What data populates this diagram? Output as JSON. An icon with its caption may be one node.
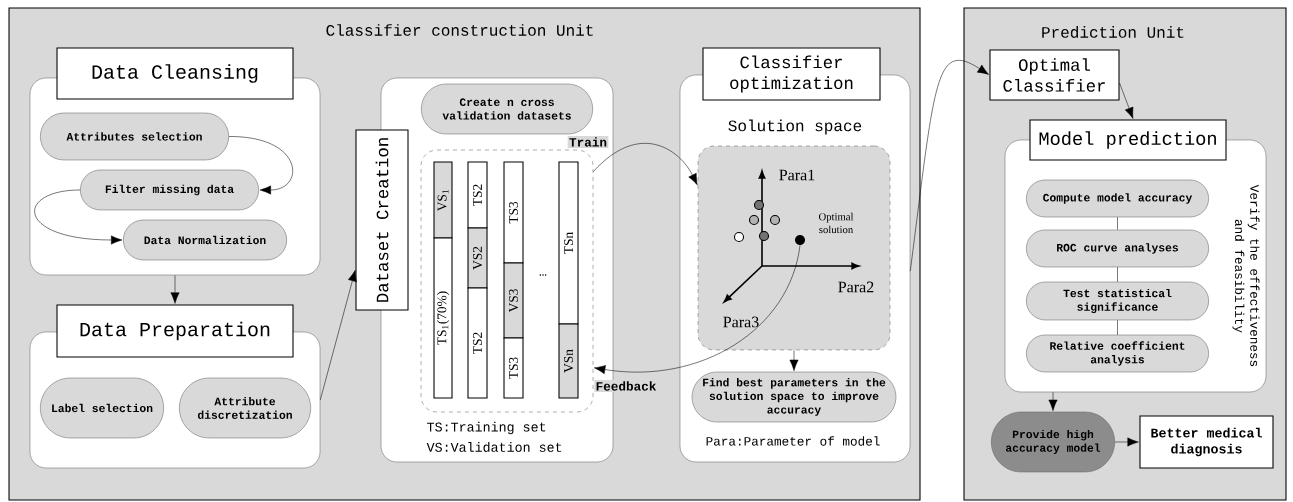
{
  "diagram": {
    "nodes": [
      {
        "text": [
          "Classifier construction Unit"
        ]
      },
      {
        "text": [
          "Data Cleansing"
        ],
        "in": 0
      },
      {
        "text": [
          "Attributes selection"
        ],
        "in": 1
      },
      {
        "text": [
          "Filter missing data"
        ],
        "in": 1
      },
      {
        "text": [
          "Data Normalization"
        ],
        "in": 1
      },
      {
        "text": [
          "Data Preparation"
        ],
        "in": 0
      },
      {
        "text": [
          "Label selection"
        ],
        "in": 5
      },
      {
        "text": [
          "Attribute discretization"
        ],
        "in": 5
      },
      {
        "text": [
          "Dataset Creation"
        ],
        "in": 0
      },
      {
        "text": [
          "TS:Training set",
          "VS:Validation set"
        ],
        "in": 0
      },
      {
        "text": [
          "Create n cross validation datasets"
        ],
        "in": 9
      },
      {
        "text": [],
        "shape": "box",
        "in": 9
      },
      {
        "text": [
          "VS$_{1}$"
        ],
        "in": 11
      },
      {
        "text": [
          "TS$_{1}$(70%)"
        ],
        "in": 11
      },
      {
        "text": [
          "TS2"
        ],
        "in": 11
      },
      {
        "text": [
          "VS2"
        ],
        "in": 11
      },
      {
        "text": [
          "TS2"
        ],
        "in": 11
      },
      {
        "text": [
          "TS3"
        ],
        "in": 11
      },
      {
        "text": [
          "VS3"
        ],
        "in": 11
      },
      {
        "text": [
          "TS3"
        ],
        "in": 11
      },
      {
        "text": [
          "TSn"
        ],
        "in": 11
      },
      {
        "text": [
          "VSn"
        ],
        "in": 11
      },
      {
        "text": [
          "Classifier optimization",
          "Solution space",
          "Para:Parameter of model"
        ],
        "in": 0
      },
      {
        "text": [],
        "shape": "box",
        "in": 22
      },
      {
        "text": [],
        "shape": "circle",
        "beside": [
          "Optimal solution"
        ],
        "in": 23
      },
      {
        "text": [
          "Find best parameters in the solution space to improve accuracy"
        ],
        "in": 22
      },
      {
        "text": [
          "Prediction Unit"
        ]
      },
      {
        "text": [
          "Optimal Classifier"
        ],
        "in": 26
      },
      {
        "text": [
          "Model prediction",
          "Verify the effectiveness and feasibility"
        ],
        "in": 26
      },
      {
        "text": [
          "Compute model accuracy"
        ],
        "in": 28
      },
      {
        "text": [
          "ROC curve analyses"
        ],
        "in": 28
      },
      {
        "text": [
          "Test statistical significance"
        ],
        "in": 28
      },
      {
        "text": [
          "Relative coefficient analysis"
        ],
        "in": 28
      },
      {
        "text": [
          "Provide high accuracy model"
        ],
        "in": 26
      },
      {
        "text": [
          "Better medical diagnosis"
        ],
        "in": 26
      }
    ],
    "edges": [
      {
        "from": 2,
        "to": 3,
        "arrow": "to"
      },
      {
        "from": 3,
        "to": 4,
        "arrow": "to"
      },
      {
        "from": 1,
        "to": 5,
        "arrow": "to"
      },
      {
        "from": 5,
        "to": 8,
        "arrow": "to"
      },
      {
        "from": 11,
        "to": 23,
        "arrow": "to",
        "label": "Train"
      },
      {
        "from": 24,
        "to": 11,
        "arrow": "to",
        "label": "Feedback"
      },
      {
        "from": 23,
        "to": 25,
        "arrow": "to"
      },
      {
        "from": 22,
        "to": 27,
        "arrow": "to"
      },
      {
        "from": 27,
        "to": 28,
        "arrow": "to"
      },
      {
        "from": 29,
        "to": 30,
        "arrow": "none"
      },
      {
        "from": 30,
        "to": 31,
        "arrow": "none"
      },
      {
        "from": 31,
        "to": 32,
        "arrow": "none"
      },
      {
        "from": 28,
        "to": 33,
        "arrow": "to"
      },
      {
        "from": 33,
        "to": 34,
        "arrow": "to"
      }
    ],
    "labels": [
      "…",
      "Para1",
      "Para2",
      "Para3"
    ]
  }
}
